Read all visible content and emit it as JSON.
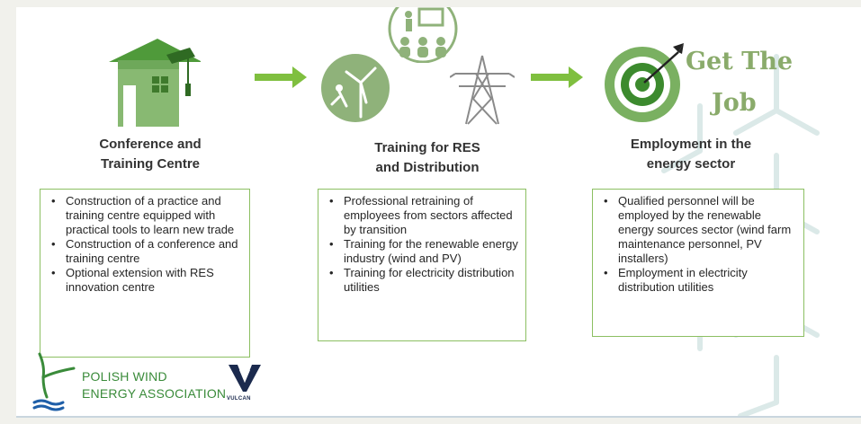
{
  "steps": [
    {
      "heading_line1": "Conference and",
      "heading_line2": "Training Centre",
      "bullets": [
        "Construction of a practice and training centre equipped with practical tools to learn new trade",
        "Construction of a conference and training centre",
        "Optional extension with RES innovation centre"
      ]
    },
    {
      "heading_line1": "Training for RES",
      "heading_line2": "and Distribution",
      "bullets": [
        "Professional retraining of employees from sectors affected by transition",
        "Training for the renewable energy industry (wind and PV)",
        "Training for electricity distribution utilities"
      ]
    },
    {
      "heading_line1": "Employment in the",
      "heading_line2": "energy sector",
      "bullets": [
        "Qualified personnel will be employed by the renewable energy sources sector (wind farm maintenance personnel, PV installers)",
        "Employment in electricity distribution utilities"
      ]
    }
  ],
  "get_job": {
    "line1": "Get The",
    "line2": "Job"
  },
  "logos": {
    "pwea_line1": "POLISH WIND",
    "pwea_line2": "ENERGY ASSOCIATION",
    "vulcan_name": "VULCAN"
  },
  "colors": {
    "accent_green": "#7fbf3f",
    "dark_green": "#3f7f2f",
    "icon_circle": "#8fb27a",
    "card_border": "#8cbf62"
  },
  "icons": [
    "school-building-icon",
    "wind-turbine-worker-icon",
    "presentation-trainer-icon",
    "power-pylon-icon",
    "target-arrow-icon"
  ]
}
